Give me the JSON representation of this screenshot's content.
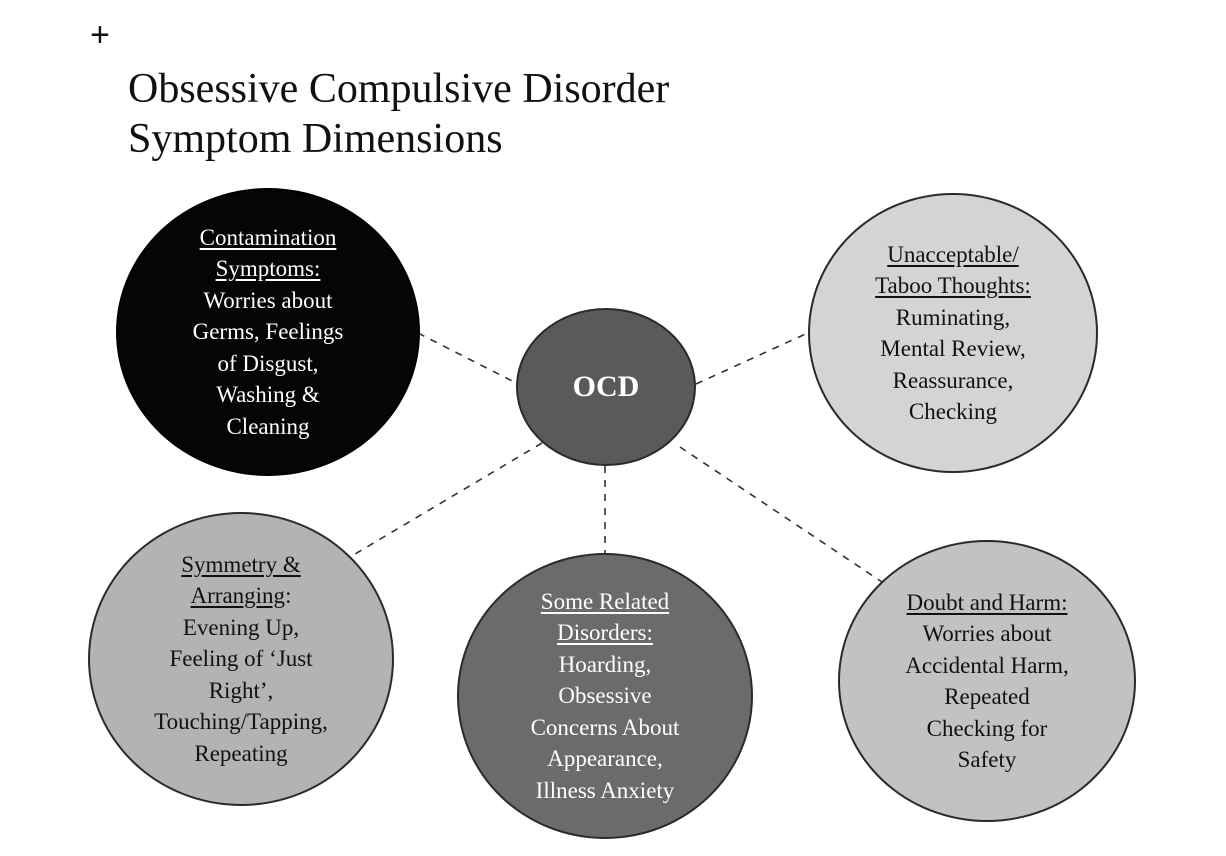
{
  "corner_mark": "+",
  "title": {
    "line1": "Obsessive Compulsive Disorder",
    "line2": "Symptom Dimensions"
  },
  "center": {
    "label": "OCD"
  },
  "nodes": {
    "contamination": {
      "heading": [
        "Contamination",
        "Symptoms:"
      ],
      "body": [
        "Worries about",
        "Germs, Feelings",
        "of Disgust,",
        "Washing &",
        "Cleaning"
      ]
    },
    "taboo": {
      "heading": [
        "Unacceptable/",
        "Taboo Thoughts:"
      ],
      "body": [
        "Ruminating,",
        "Mental Review,",
        "Reassurance,",
        "Checking"
      ]
    },
    "symmetry": {
      "heading": [
        "Symmetry &",
        "Arranging"
      ],
      "heading_suffix": ":",
      "body": [
        "Evening Up,",
        "Feeling of ‘Just",
        "Right’,",
        "Touching/Tapping,",
        "Repeating"
      ]
    },
    "related": {
      "heading": [
        "Some Related",
        "Disorders:"
      ],
      "body": [
        "Hoarding,",
        "Obsessive",
        "Concerns About",
        "Appearance,",
        "Illness Anxiety"
      ]
    },
    "doubt": {
      "heading": [
        "Doubt and Harm:"
      ],
      "body": [
        "Worries about",
        "Accidental Harm,",
        "Repeated",
        "Checking for",
        "Safety"
      ]
    }
  },
  "colors": {
    "contamination_fill": "#050505",
    "center_fill": "#5a5a5a",
    "light_fill": "#d4d4d4",
    "mid_fill": "#b3b3b3",
    "related_fill": "#6b6b6b",
    "doubt_fill": "#c2c2c2"
  }
}
